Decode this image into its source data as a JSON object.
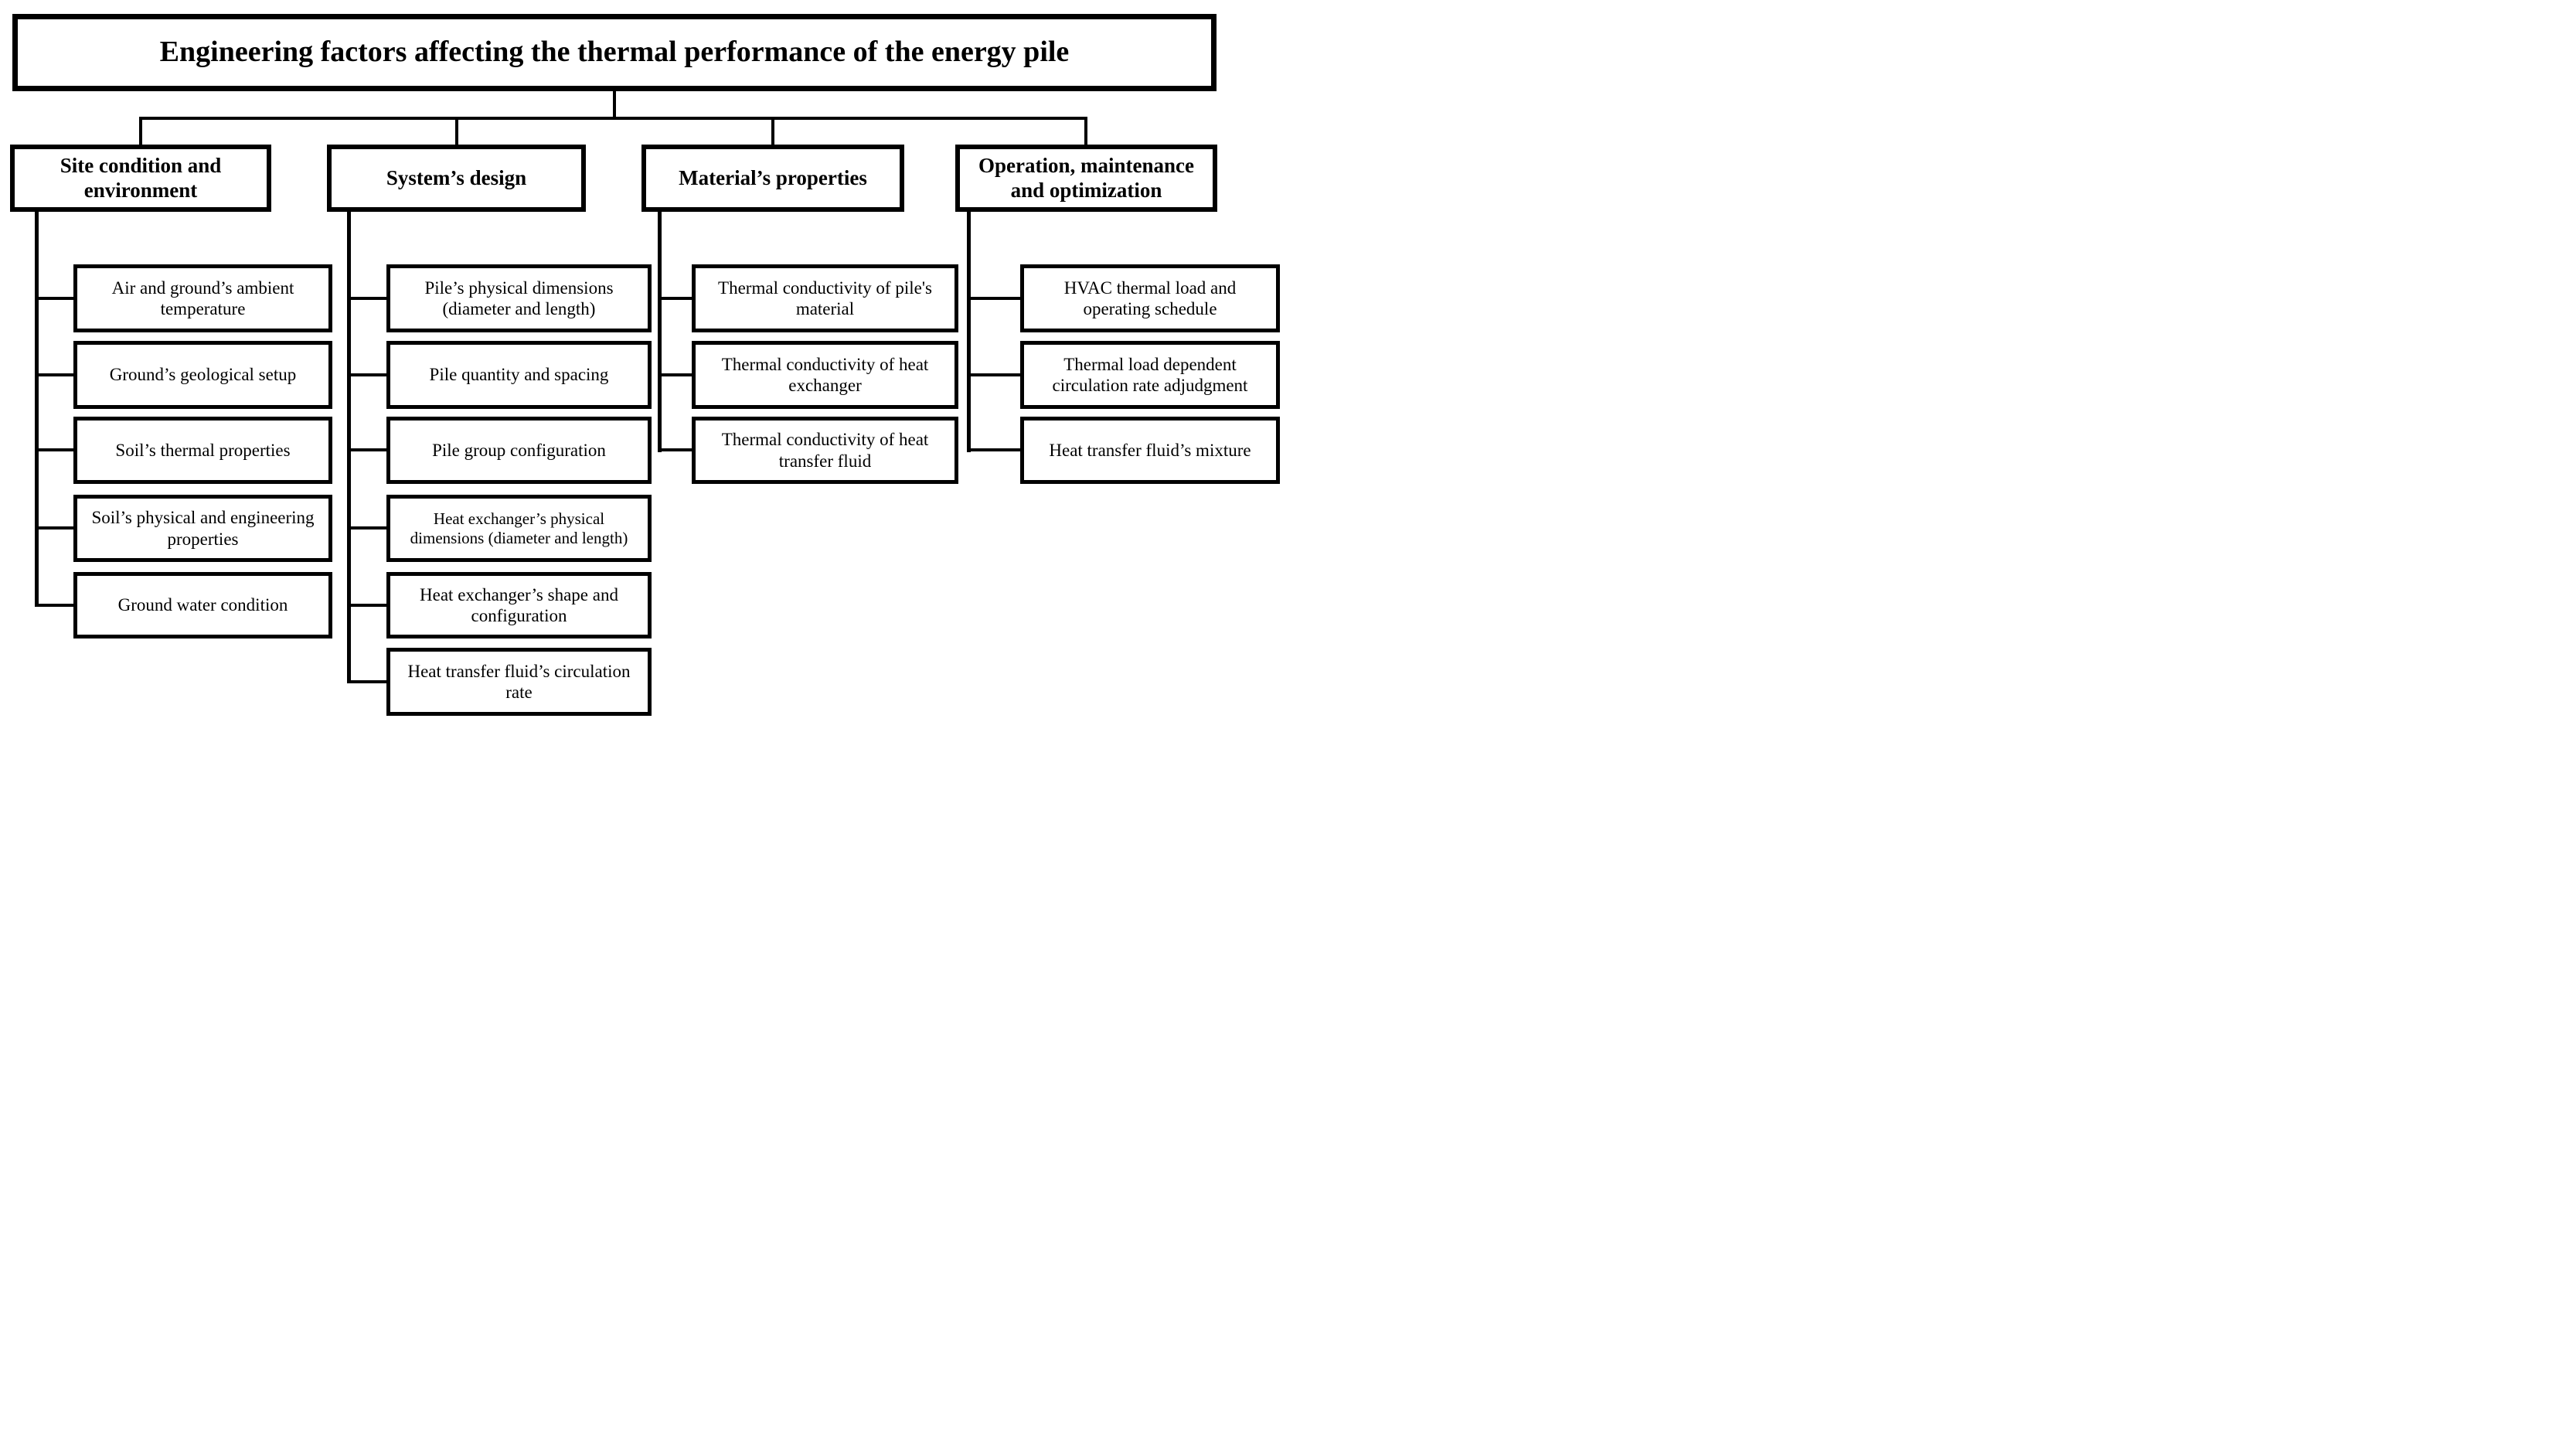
{
  "title": "Engineering factors affecting the thermal performance of the energy pile",
  "categories": [
    {
      "label": "Site condition and environment",
      "children": [
        "Air and ground’s ambient temperature",
        "Ground’s geological setup",
        "Soil’s thermal properties",
        "Soil’s physical and engineering properties",
        "Ground water condition"
      ]
    },
    {
      "label": "System’s design",
      "children": [
        "Pile’s physical dimensions (diameter and length)",
        "Pile quantity and spacing",
        "Pile group configuration",
        "Heat exchanger’s physical dimensions (diameter and length)",
        "Heat exchanger’s shape and configuration",
        "Heat transfer fluid’s circulation rate"
      ]
    },
    {
      "label": "Material’s properties",
      "children": [
        "Thermal conductivity of pile's material",
        "Thermal conductivity of heat exchanger",
        "Thermal conductivity of heat transfer fluid"
      ]
    },
    {
      "label": "Operation, maintenance and optimization",
      "children": [
        "HVAC thermal load and operating schedule",
        "Thermal load dependent circulation rate adjudgment",
        "Heat transfer fluid’s mixture"
      ]
    }
  ],
  "colors": {
    "line": "#000000",
    "box_border": "#000000",
    "background": "#ffffff",
    "text": "#000000"
  }
}
